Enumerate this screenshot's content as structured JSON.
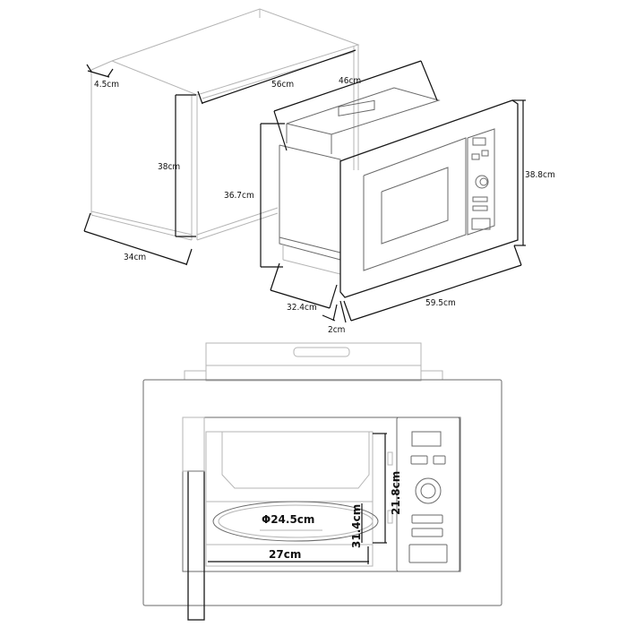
{
  "diagram": {
    "subject": "Built-in microwave oven with frame — dimensional drawing",
    "top_view": {
      "cabinet_dimensions": {
        "top_lip": "4.5cm",
        "cabinet_width": "56cm",
        "cabinet_height": "38cm",
        "cabinet_depth": "34cm"
      },
      "appliance_dimensions": {
        "body_width": "46cm",
        "body_height": "36.7cm",
        "frame_height": "38.8cm",
        "frame_width": "59.5cm",
        "body_depth": "32.4cm",
        "frame_thickness": "2cm"
      }
    },
    "front_view": {
      "interior_dimensions": {
        "turntable_diameter": "Φ24.5cm",
        "interior_height": "21.8cm",
        "turntable_height": "31.4cm",
        "interior_width": "27cm"
      }
    },
    "colors": {
      "line_light": "#b5b5b5",
      "line_dark": "#1a1a1a",
      "background": "#ffffff"
    }
  }
}
